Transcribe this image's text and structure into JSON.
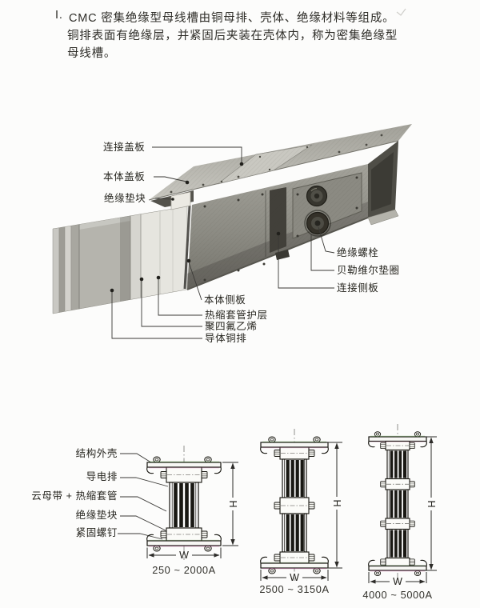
{
  "intro": {
    "numeral": "I.",
    "line1": "CMC 密集绝缘型母线槽由铜母排、壳体、绝缘材料等组成。",
    "line2": "铜排表面有绝缘层，并紧固后夹装在壳体内，称为密集绝缘型",
    "line3": "母线槽。"
  },
  "photo": {
    "labels": {
      "connection_cover": "连接盖板",
      "body_cover": "本体盖板",
      "insulation_spacer": "绝缘垫块",
      "insulation_bolt": "绝缘螺栓",
      "belleville_washer": "贝勒维尔垫圈",
      "connection_side_plate": "连接侧板",
      "body_side_plate": "本体侧板",
      "heat_shrink_layer": "热缩套管护层",
      "ptfe": "聚四氟乙烯",
      "conductor_copper_bar": "导体铜排"
    }
  },
  "sections": {
    "labels": {
      "structural_shell": "结构外壳",
      "conductor_bar": "导电排",
      "mica_heat_shrink": "云母带 + 热缩套管",
      "insulation_spacer": "绝缘垫块",
      "fastening_screw": "紧固螺钉"
    },
    "dim_w": "W",
    "dim_h": "H",
    "diagrams": [
      {
        "rating": "250 ~ 2000A"
      },
      {
        "rating": "2500 ~ 3150A"
      },
      {
        "rating": "4000 ~ 5000A"
      }
    ]
  },
  "colors": {
    "paper": "#fcfcfb",
    "ink": "#26251f",
    "leader": "#3a3936"
  }
}
